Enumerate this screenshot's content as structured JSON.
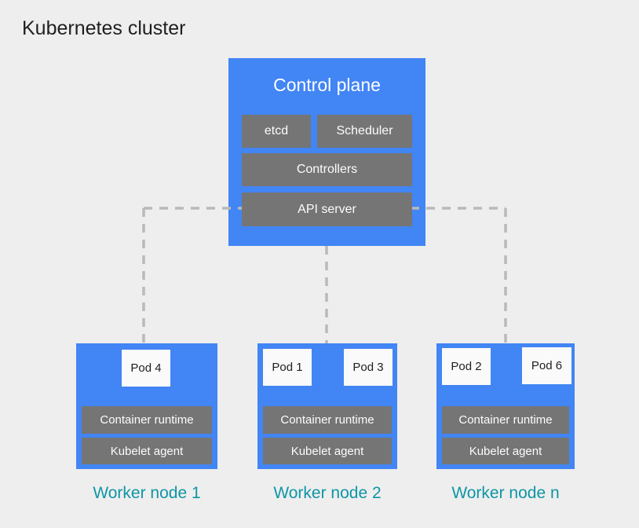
{
  "diagram_title": "Kubernetes cluster",
  "colors": {
    "background": "#eeeeee",
    "node_blue": "#4285f4",
    "component_gray": "#757575",
    "pod_white": "#fafafa",
    "connector_gray": "#b9b9b9",
    "worker_label_teal": "#0e96a5",
    "title_text": "#1f1f1f",
    "component_text": "#ffffff"
  },
  "control_plane": {
    "title": "Control plane",
    "components": [
      {
        "label": "etcd"
      },
      {
        "label": "Scheduler"
      },
      {
        "label": "Controllers"
      },
      {
        "label": "API server"
      }
    ]
  },
  "worker_nodes": [
    {
      "label": "Worker node 1",
      "pods": [
        "Pod 4"
      ],
      "runtime": "Container runtime",
      "agent": "Kubelet agent"
    },
    {
      "label": "Worker node 2",
      "pods": [
        "Pod 1",
        "Pod 3"
      ],
      "runtime": "Container runtime",
      "agent": "Kubelet agent"
    },
    {
      "label": "Worker node n",
      "pods": [
        "Pod 2",
        "Pod 6"
      ],
      "runtime": "Container runtime",
      "agent": "Kubelet agent"
    }
  ]
}
